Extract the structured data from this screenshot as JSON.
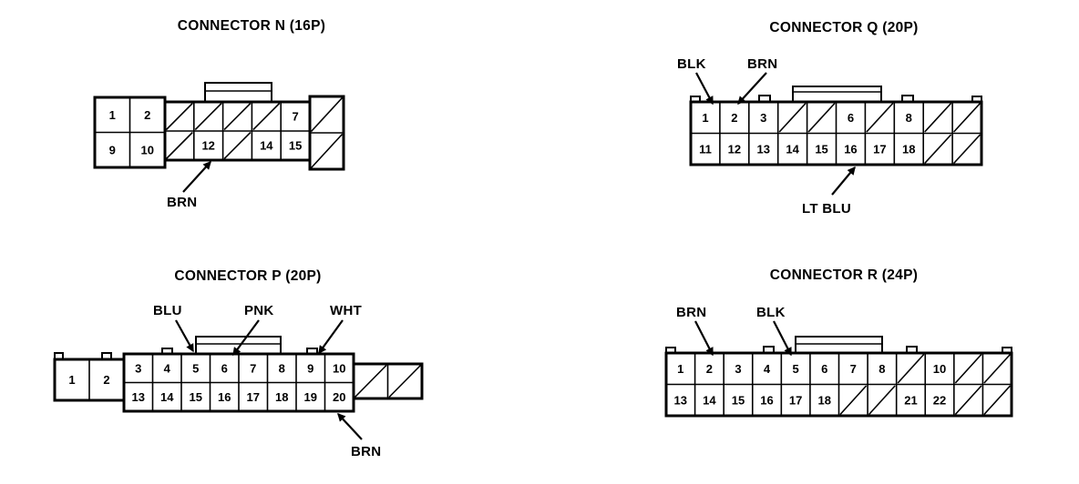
{
  "page": {
    "background_color": "#ffffff",
    "ink_color": "#000000",
    "unused_cavity_marker": "/"
  },
  "connectors": [
    {
      "id": "N",
      "title": "CONNECTOR N (16P)",
      "blocks": [
        {
          "rows": [
            [
              "1",
              "2"
            ],
            [
              "9",
              "10"
            ]
          ]
        },
        {
          "rows": [
            [
              "/",
              "/",
              "/",
              "/",
              "7"
            ],
            [
              "/",
              "12",
              "/",
              "14",
              "15"
            ]
          ]
        },
        {
          "rows": [
            [
              "/"
            ],
            [
              "/"
            ]
          ]
        }
      ],
      "wire_labels": [
        {
          "text": "BRN",
          "points_to_pin": "12"
        }
      ]
    },
    {
      "id": "Q",
      "title": "CONNECTOR Q (20P)",
      "blocks": [
        {
          "rows": [
            [
              "1",
              "2",
              "3",
              "/",
              "/",
              "6",
              "/",
              "8",
              "/",
              "/"
            ],
            [
              "11",
              "12",
              "13",
              "14",
              "15",
              "16",
              "17",
              "18",
              "/",
              "/"
            ]
          ]
        }
      ],
      "wire_labels": [
        {
          "text": "BLK",
          "points_to_pin": "1"
        },
        {
          "text": "BRN",
          "points_to_pin": "2"
        },
        {
          "text": "LT BLU",
          "points_to_pin": "16"
        }
      ]
    },
    {
      "id": "P",
      "title": "CONNECTOR P (20P)",
      "blocks": [
        {
          "rows": [
            [
              "1",
              "2"
            ]
          ]
        },
        {
          "rows": [
            [
              "3",
              "4",
              "5",
              "6",
              "7",
              "8",
              "9",
              "10"
            ],
            [
              "13",
              "14",
              "15",
              "16",
              "17",
              "18",
              "19",
              "20"
            ]
          ]
        },
        {
          "rows": [
            [
              "/",
              "/"
            ]
          ]
        }
      ],
      "wire_labels": [
        {
          "text": "BLU",
          "points_to_pin": "5"
        },
        {
          "text": "PNK",
          "points_to_pin": "6"
        },
        {
          "text": "WHT",
          "points_to_pin": "9"
        },
        {
          "text": "BRN",
          "points_to_pin": "20"
        }
      ]
    },
    {
      "id": "R",
      "title": "CONNECTOR R (24P)",
      "blocks": [
        {
          "rows": [
            [
              "1",
              "2",
              "3",
              "4",
              "5",
              "6",
              "7",
              "8",
              "/",
              "10",
              "/",
              "/"
            ],
            [
              "13",
              "14",
              "15",
              "16",
              "17",
              "18",
              "/",
              "/",
              "21",
              "22",
              "/",
              "/"
            ]
          ]
        }
      ],
      "wire_labels": [
        {
          "text": "BRN",
          "points_to_pin": "2"
        },
        {
          "text": "BLK",
          "points_to_pin": "5"
        }
      ]
    }
  ]
}
